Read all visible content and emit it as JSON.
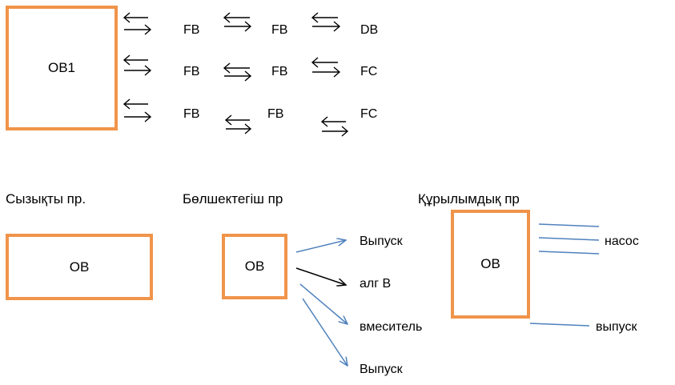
{
  "top_diagram": {
    "main_block": "OB1",
    "rows": [
      [
        "FB",
        "FB",
        "DB"
      ],
      [
        "FB",
        "FB",
        "FC"
      ],
      [
        "FB",
        "FB",
        "FC"
      ]
    ]
  },
  "sections": {
    "linear": {
      "heading": "Сызықты пр.",
      "block": "OB"
    },
    "divisible": {
      "heading": "Бөлшектегіш пр",
      "block": "OB",
      "targets": [
        "Выпуск",
        "алг В",
        "вмеситель",
        "Выпуск"
      ]
    },
    "structural": {
      "heading": "Құрылымдық пр",
      "block": "OB",
      "targets": [
        "насос",
        "выпуск"
      ]
    }
  },
  "colors": {
    "box_border": "#f0944a",
    "blue_line": "#4f81bd",
    "black_line": "#000000"
  }
}
